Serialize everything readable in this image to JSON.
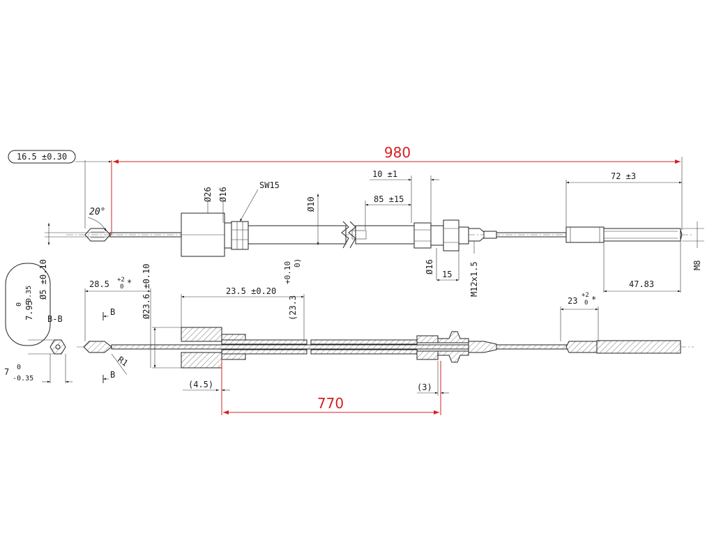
{
  "colors": {
    "primary_dimension": "#d42020",
    "line": "#222222",
    "background": "#ffffff"
  },
  "dims": {
    "overall_length": "980",
    "left_offset": "16.5 ±0.30",
    "angle": "20°",
    "dia26": "Ø26",
    "dia16_top": "Ø16",
    "sw15": "SW15",
    "dia10": "Ø10",
    "d10_1": "10 ±1",
    "d85_15": "85 ±15",
    "d72_3": "72 ±3",
    "dia16_lower": "Ø16",
    "d15": "15",
    "m12": "M12x1.5",
    "d4783": "47.83",
    "m8": "M8",
    "dia5": "Ø5 ±0.10",
    "d795": "7.95",
    "d795_upper": "0",
    "d795_lower": "-0.35",
    "section": "B-B",
    "d7": "7",
    "d7_upper": "0",
    "d7_lower": "-0.35",
    "d285": "28.5",
    "d285_tol": "+2",
    "d285_tol_low": "0",
    "star": "*",
    "dia236": "Ø23.6 ±0.10",
    "d235": "23.5 ±0.20",
    "d233": "(23.3",
    "d233_tol": "+0.10",
    "d233_tol_low": "0)",
    "d23": "23",
    "d23_tol": "+2",
    "d23_tol_low": "0",
    "b_top": "B",
    "b_bottom": "B",
    "r1": "R1",
    "d45": "(4.5)",
    "d3": "(3)",
    "cable_length": "770"
  }
}
